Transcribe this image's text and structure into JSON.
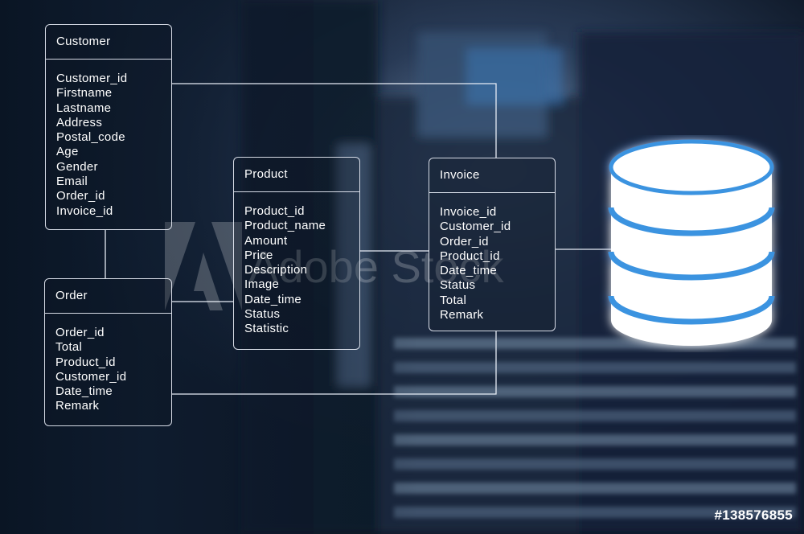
{
  "entities": {
    "customer": {
      "title": "Customer",
      "fields": [
        "Customer_id",
        "Firstname",
        "Lastname",
        "Address",
        "Postal_code",
        "Age",
        "Gender",
        "Email",
        "Order_id",
        "Invoice_id"
      ]
    },
    "order": {
      "title": "Order",
      "fields": [
        "Order_id",
        "Total",
        "Product_id",
        "Customer_id",
        "Date_time",
        "Remark"
      ]
    },
    "product": {
      "title": "Product",
      "fields": [
        "Product_id",
        "Product_name",
        "Amount",
        "Price",
        "Description",
        "Image",
        "Date_time",
        "Status",
        "Statistic"
      ]
    },
    "invoice": {
      "title": "Invoice",
      "fields": [
        "Invoice_id",
        "Customer_id",
        "Order_id",
        "Product_id",
        "Date_time",
        "Status",
        "Total",
        "Remark"
      ]
    }
  },
  "watermark": {
    "text": "Adobe Stock"
  },
  "stock_id": "#138576855",
  "icons": {
    "database": "database-icon",
    "watermark_logo": "adobe-logo-icon"
  },
  "colors": {
    "background": "#0e1a2a",
    "line": "#e6ecf5",
    "db_glow": "#4aa8ff",
    "db_fill": "#ffffff"
  }
}
